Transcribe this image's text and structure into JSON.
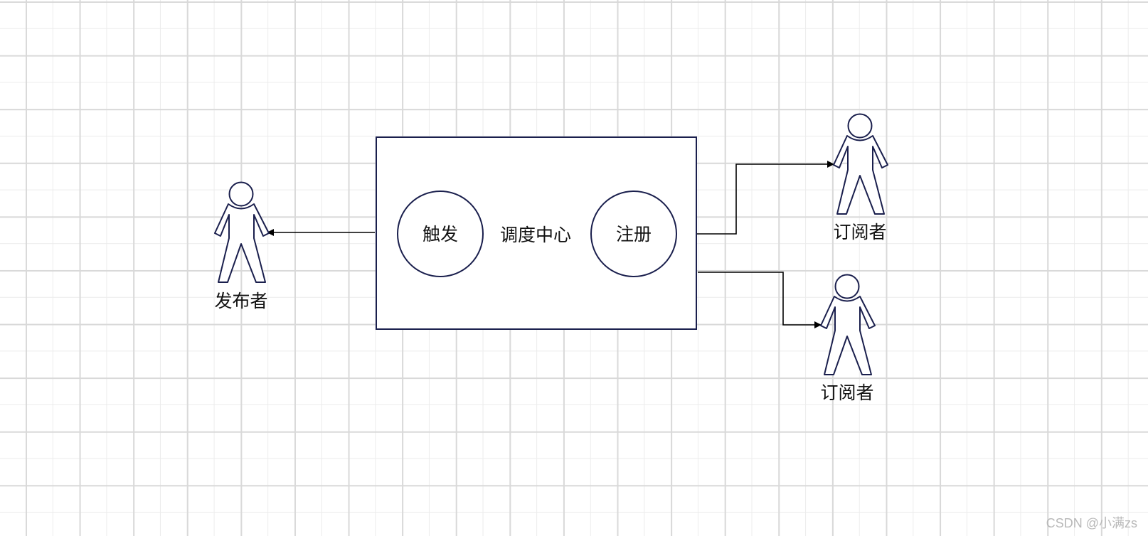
{
  "diagram": {
    "center_label": "调度中心",
    "trigger_label": "触发",
    "register_label": "注册",
    "publisher_label": "发布者",
    "subscriber_top_label": "订阅者",
    "subscriber_bottom_label": "订阅者"
  },
  "watermark": "CSDN @小满zs",
  "colors": {
    "stroke": "#1a1f4d",
    "arrow": "#000000",
    "grid_major": "#d9d9d9",
    "grid_minor": "#ececec"
  }
}
